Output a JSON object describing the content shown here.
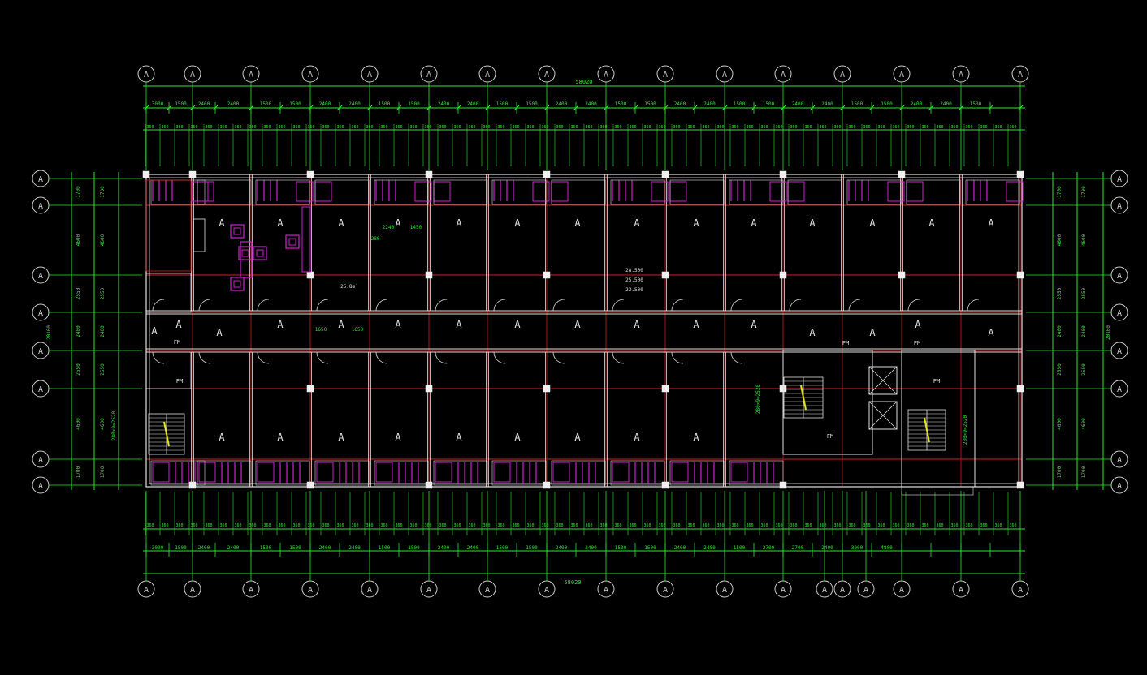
{
  "drawing": {
    "background": "#000000",
    "colors": {
      "dimension": "#2ee62e",
      "axis": "#d0d0d0",
      "wall": "#e0e0e0",
      "grid": "#cc1f1f",
      "furniture": "#d21ed2",
      "column": "#f0f0f0"
    },
    "overall_top": "58020",
    "overall_bottom": "58020",
    "overall_left": "20100",
    "overall_right": "20100",
    "top_dims": [
      "3000",
      "1500",
      "2400",
      "2400",
      "1500",
      "1500",
      "2400",
      "2400",
      "1500",
      "1500",
      "2400",
      "2400",
      "1500",
      "1500",
      "2400",
      "2400",
      "1500",
      "1500",
      "2400",
      "2400",
      "1500",
      "1500",
      "2400",
      "2400",
      "1500",
      "1500",
      "2400",
      "2400",
      "1500"
    ],
    "bottom_dims": [
      "3000",
      "1500",
      "2400",
      "2400",
      "1500",
      "1500",
      "2400",
      "2400",
      "1500",
      "1500",
      "2400",
      "2400",
      "1500",
      "1500",
      "2400",
      "2400",
      "1500",
      "1500",
      "2400",
      "2400",
      "1500",
      "2700",
      "2700",
      "2400",
      "3000",
      "4800"
    ],
    "left_dims": [
      "1700",
      "4600",
      "2550",
      "2400",
      "2550",
      "4600",
      "1700"
    ],
    "right_dims": [
      "1700",
      "4600",
      "2550",
      "2400",
      "2550",
      "4600",
      "1700"
    ],
    "axis_label": "A",
    "room_label": "A",
    "elevation_labels": [
      "28.500",
      "25.500",
      "22.500"
    ],
    "area_label": "25.8m²",
    "fm_label": "FM",
    "stair_note": "280×9=2520",
    "corridor_dims": [
      "1650",
      "1650"
    ],
    "room_dims": [
      "2240",
      "1450",
      "280"
    ]
  }
}
